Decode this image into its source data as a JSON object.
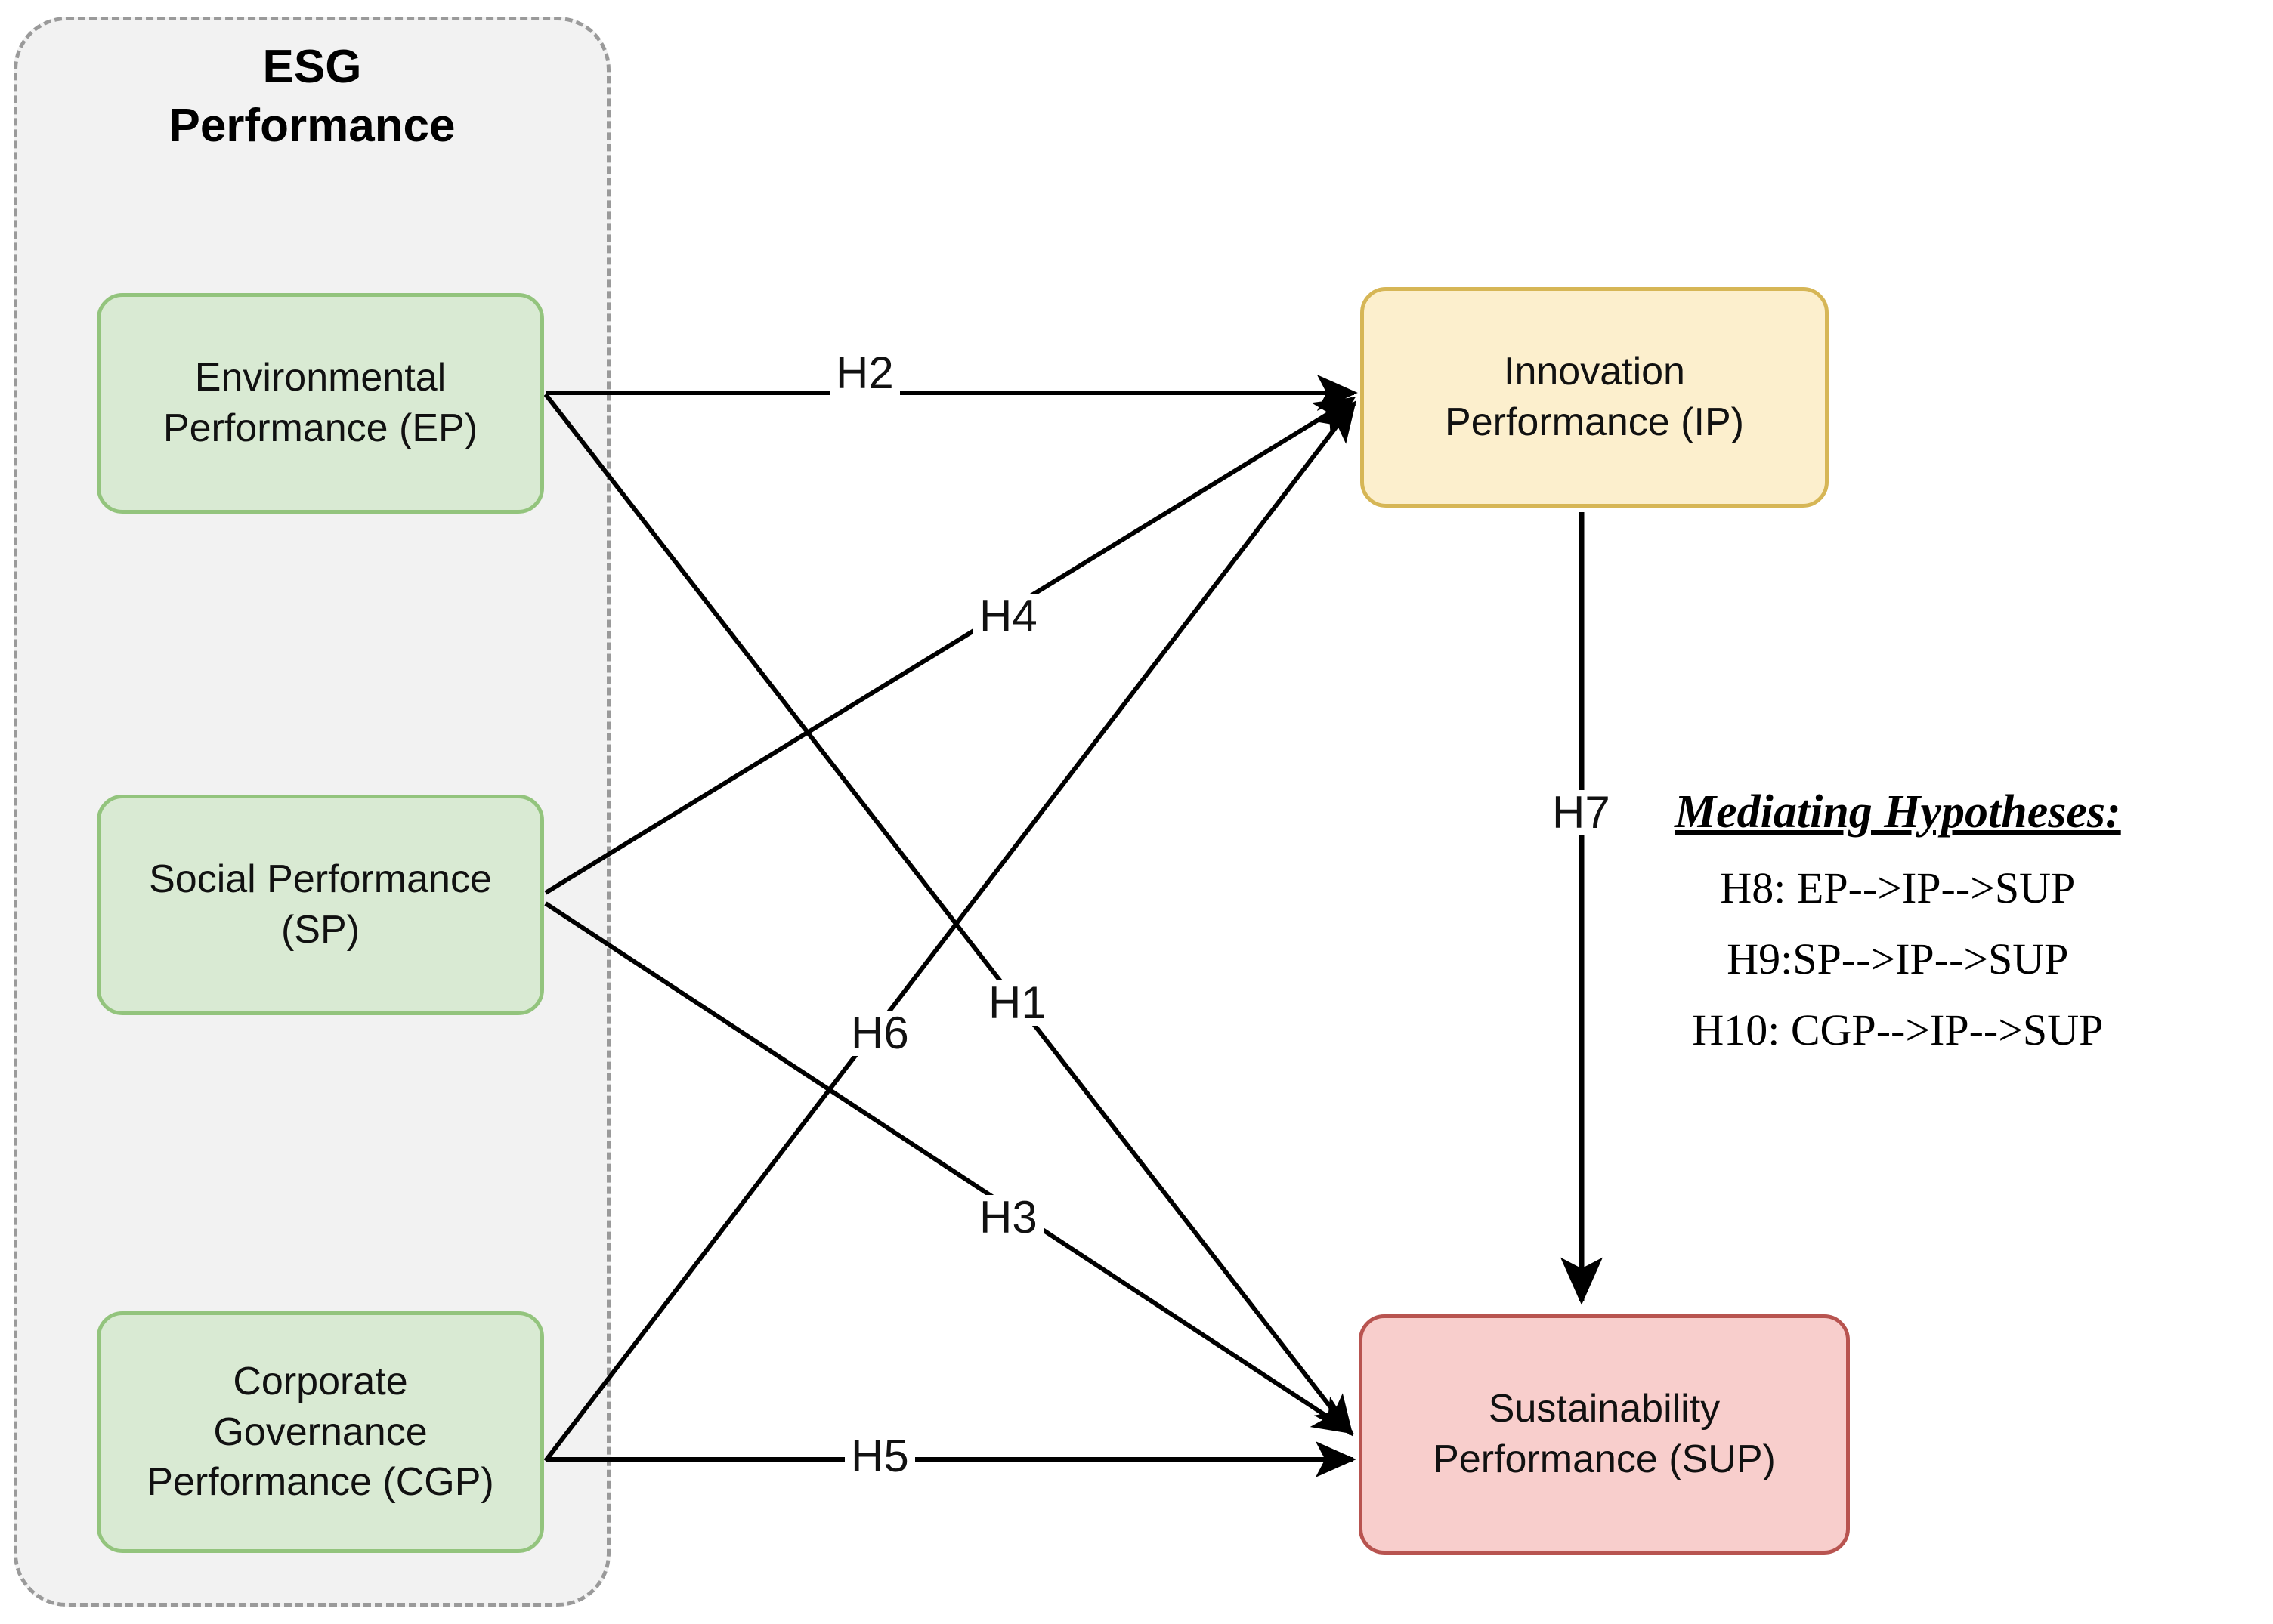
{
  "diagram": {
    "title": "ESG Performance research model",
    "background_color": "#ffffff"
  },
  "esg_group": {
    "label": "ESG\nPerformance",
    "fill_color": "#f2f2f2",
    "border_color": "#9a9a9a",
    "border_style": "dashed"
  },
  "nodes": {
    "ep": {
      "label": "Environmental\nPerformance (EP)",
      "short": "EP",
      "fill_color": "#d9ead3",
      "border_color": "#93c47d"
    },
    "sp": {
      "label": "Social Performance\n(SP)",
      "short": "SP",
      "fill_color": "#d9ead3",
      "border_color": "#93c47d"
    },
    "cgp": {
      "label": "Corporate\nGovernance\nPerformance (CGP)",
      "short": "CGP",
      "fill_color": "#d9ead3",
      "border_color": "#93c47d"
    },
    "ip": {
      "label": "Innovation\nPerformance (IP)",
      "short": "IP",
      "fill_color": "#fcefcd",
      "border_color": "#d6b656"
    },
    "sup": {
      "label": "Sustainability\nPerformance (SUP)",
      "short": "SUP",
      "fill_color": "#f8cecc",
      "border_color": "#b85450"
    }
  },
  "edges": [
    {
      "id": "h1",
      "label": "H1",
      "from": "ep",
      "to": "sup"
    },
    {
      "id": "h2",
      "label": "H2",
      "from": "ep",
      "to": "ip"
    },
    {
      "id": "h3",
      "label": "H3",
      "from": "sp",
      "to": "sup"
    },
    {
      "id": "h4",
      "label": "H4",
      "from": "sp",
      "to": "ip"
    },
    {
      "id": "h5",
      "label": "H5",
      "from": "cgp",
      "to": "sup"
    },
    {
      "id": "h6",
      "label": "H6",
      "from": "cgp",
      "to": "ip"
    },
    {
      "id": "h7",
      "label": "H7",
      "from": "ip",
      "to": "sup"
    }
  ],
  "legend": {
    "title": "Mediating Hypotheses:",
    "items": [
      "H8: EP-->IP-->SUP",
      "H9:SP-->IP-->SUP",
      "H10: CGP-->IP-->SUP"
    ]
  }
}
